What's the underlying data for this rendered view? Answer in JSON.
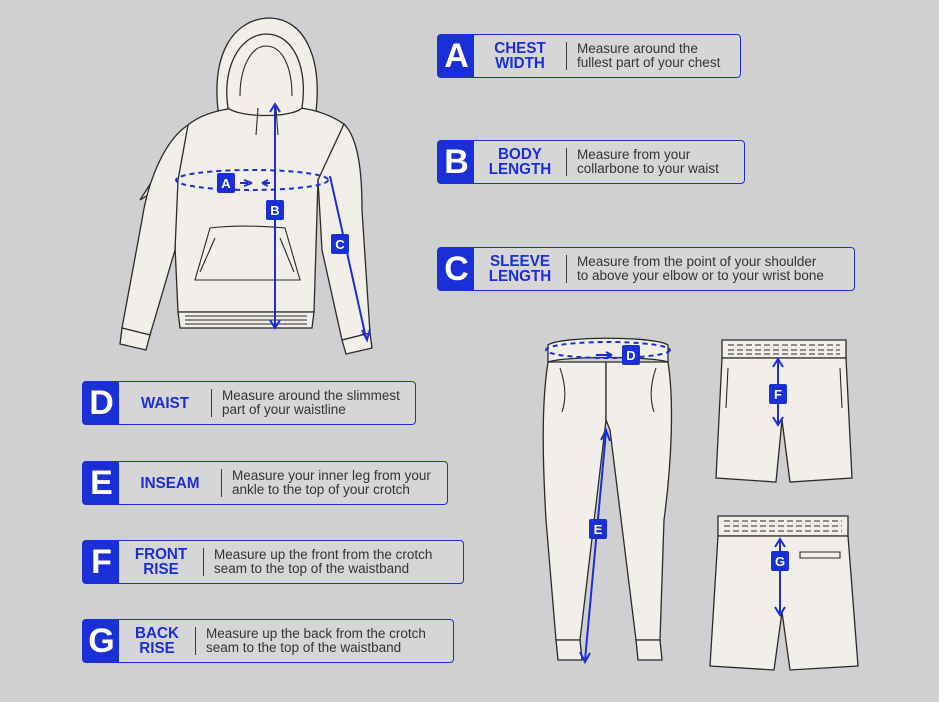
{
  "cards": [
    {
      "id": "a",
      "letter": "A",
      "title": "CHEST\nWIDTH",
      "desc": "Measure around the\nfullest part of your chest"
    },
    {
      "id": "b",
      "letter": "B",
      "title": "BODY\nLENGTH",
      "desc": "Measure from your\ncollarbone to your waist"
    },
    {
      "id": "c",
      "letter": "C",
      "title": "SLEEVE\nLENGTH",
      "desc": "Measure from the point of your shoulder\nto above your elbow or to your wrist bone"
    },
    {
      "id": "d",
      "letter": "D",
      "title": "WAIST",
      "desc": "Measure around the slimmest\npart of your waistline"
    },
    {
      "id": "e",
      "letter": "E",
      "title": "INSEAM",
      "desc": "Measure your inner leg from your\nankle to the top of your crotch"
    },
    {
      "id": "f",
      "letter": "F",
      "title": "FRONT\nRISE",
      "desc": "Measure up the front from the crotch\nseam to the top of the waistband"
    },
    {
      "id": "g",
      "letter": "G",
      "title": "BACK\nRISE",
      "desc": "Measure up the back from the crotch\nseam to the top of the waistband"
    }
  ],
  "badges": {
    "a": "A",
    "b": "B",
    "c": "C",
    "d": "D",
    "e": "E",
    "f": "F",
    "g": "G"
  },
  "colors": {
    "accent": "#1a2fd6",
    "background": "#d0d0d2",
    "garment": "#f2efea"
  }
}
